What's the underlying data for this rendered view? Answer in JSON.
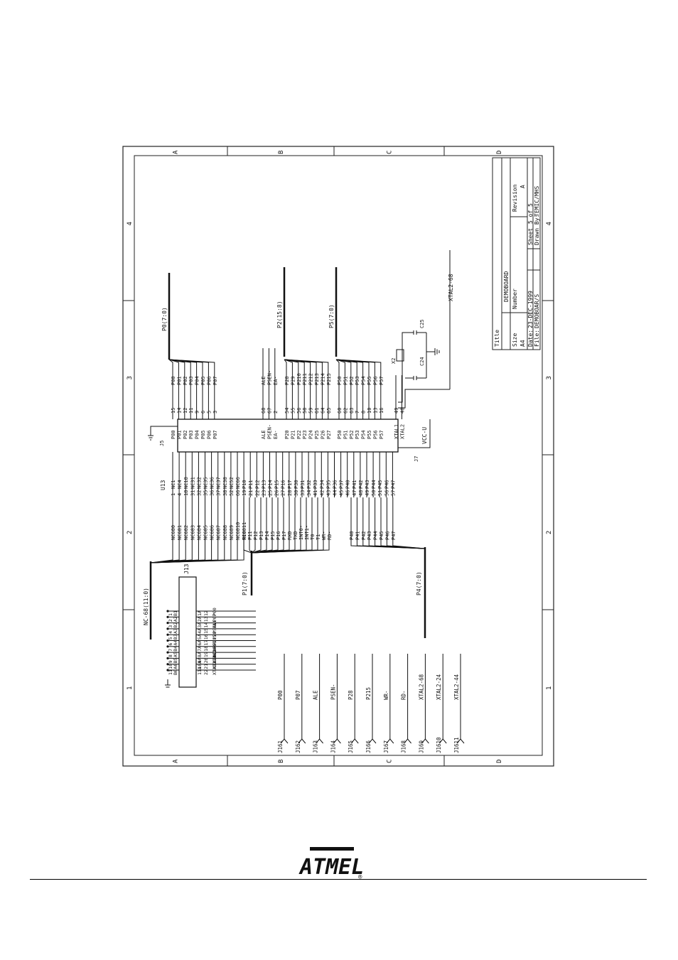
{
  "title_block": {
    "title_label": "Title",
    "title_value": "DEMOBOARD",
    "size_label": "Size",
    "size_value": "A4",
    "number_label": "Number",
    "revision_label": "Revision",
    "revision_value": "A",
    "date_label": "Date:",
    "date_value": "23-DEC-1999",
    "file_label": "File:",
    "file_value": "DEMOBOAR/S",
    "sheet_label": "Sheet",
    "sheet_value": "5 of 5",
    "drawn_label": "Drawn By:",
    "drawn_value": "TEMIC/MHS"
  },
  "border": {
    "rows": [
      "A",
      "B",
      "C",
      "D"
    ],
    "cols": [
      "4",
      "3",
      "2",
      "1"
    ]
  },
  "ic": {
    "ref": "U13",
    "left_top": [
      [
        "1",
        "NC1"
      ],
      [
        "4",
        "NC4"
      ],
      [
        "18",
        "NC18"
      ],
      [
        "31",
        "NC31"
      ],
      [
        "32",
        "NC32"
      ],
      [
        "35",
        "NC35"
      ],
      [
        "36",
        "NC36"
      ],
      [
        "37",
        "NC37"
      ],
      [
        "38",
        "NC38"
      ],
      [
        "52",
        "NC52"
      ],
      [
        "66",
        "NC66"
      ]
    ],
    "left_mid": [
      [
        "19",
        "P10"
      ],
      [
        "21",
        "P11"
      ],
      [
        "22",
        "P12"
      ],
      [
        "23",
        "P13"
      ],
      [
        "25",
        "P14"
      ],
      [
        "26",
        "P15"
      ],
      [
        "27",
        "P16"
      ],
      [
        "28",
        "P17"
      ],
      [
        "30",
        "P30"
      ],
      [
        "33",
        "P31"
      ],
      [
        "34",
        "P32"
      ],
      [
        "41",
        "P33"
      ],
      [
        "42",
        "P34"
      ],
      [
        "43",
        "P35"
      ],
      [
        "44",
        "P36"
      ],
      [
        "45",
        "P37"
      ],
      [
        "46",
        "P40"
      ],
      [
        "47",
        "P41"
      ],
      [
        "48",
        "P42"
      ],
      [
        "49",
        "P43"
      ],
      [
        "50",
        "P44"
      ],
      [
        "51",
        "P45"
      ],
      [
        "56",
        "P46"
      ],
      [
        "57",
        "P47"
      ]
    ],
    "right_top": [
      [
        "15",
        "P00"
      ],
      [
        "14",
        "P01"
      ],
      [
        "12",
        "P02"
      ],
      [
        "11",
        "P03"
      ],
      [
        "9",
        "P04"
      ],
      [
        "6",
        "P05"
      ],
      [
        "5",
        "P06"
      ],
      [
        "3",
        "P07"
      ]
    ],
    "right_mid1": [
      [
        "68",
        "ALE"
      ],
      [
        "67",
        "PSEN-"
      ],
      [
        "2",
        "EA-"
      ]
    ],
    "right_mid2": [
      [
        "54",
        "P20"
      ],
      [
        "55",
        "P21"
      ],
      [
        "56",
        "P22"
      ],
      [
        "58",
        "P23"
      ],
      [
        "59",
        "P24"
      ],
      [
        "61",
        "P25"
      ],
      [
        "64",
        "P26"
      ],
      [
        "65",
        "P27"
      ]
    ],
    "right_mid3": [
      [
        "60",
        "P50"
      ],
      [
        "62",
        "P51"
      ],
      [
        "63",
        "P52"
      ],
      [
        "7",
        "P53"
      ],
      [
        "8",
        "P54"
      ],
      [
        "10",
        "P55"
      ],
      [
        "13",
        "P56"
      ],
      [
        "16",
        "P57"
      ]
    ],
    "xtal": [
      [
        "49",
        "XTAL1"
      ],
      [
        "48",
        "XTAL2"
      ]
    ],
    "gnd_ref": "J5",
    "vcc_label": "VCC-U",
    "vcc_ref": "J7"
  },
  "nets": {
    "nc_bus_entries": [
      "NC680",
      "NC681",
      "NC682",
      "NC683",
      "NC684",
      "NC685",
      "NC686",
      "NC687",
      "NC688",
      "NC689",
      "NC6810",
      "NC6811"
    ],
    "p1_bus_entries": [
      "P10",
      "P11",
      "P12",
      "P13",
      "P14",
      "P15",
      "P16",
      "P17",
      "RXD",
      "TXD",
      "INT0-",
      "INT1-",
      "T0",
      "T1",
      "WR-",
      "RD-"
    ],
    "p4_bus_entries": [
      "P40",
      "P41",
      "P42",
      "P43",
      "P44",
      "P45",
      "P46",
      "P47"
    ],
    "p0_bus_entries": [
      "P00",
      "P01",
      "P02",
      "P03",
      "P04",
      "P05",
      "P06",
      "P07"
    ],
    "ctl_entries": [
      "ALE",
      "PSEN-",
      "EA-"
    ],
    "p2_bus_entries": [
      "P28",
      "P29",
      "P210",
      "P211",
      "P212",
      "P213",
      "P214",
      "P215"
    ],
    "p5_bus_entries": [
      "P50",
      "P51",
      "P52",
      "P53",
      "P54",
      "P55",
      "P56",
      "P57"
    ],
    "p0_bus": "P0(7:0)",
    "p2_bus": "P2(15:8)",
    "p5_bus": "P5(7:0)",
    "p1_bus": "P1(7:0)",
    "p4_bus": "P4(7:0)",
    "nc_bus": "NC-68(11:0)",
    "xtal_net": "XTAL2-68",
    "crystal": "X2",
    "cap1": "C24",
    "cap2": "C25"
  },
  "connector": {
    "ref": "J13",
    "left_pins": [
      "B1",
      "A2",
      "B2",
      "A3",
      "B3",
      "A4",
      "B4",
      "A5",
      "B5",
      "A6",
      "B6"
    ],
    "left_nums": [
      "1",
      "2",
      "3",
      "4",
      "5",
      "6",
      "7",
      "8",
      "9",
      "10",
      "11"
    ],
    "right_pins": [
      "1A",
      "2A",
      "3A",
      "4A",
      "5A",
      "6A",
      "7A",
      "8A",
      "9A",
      "10A",
      "11A"
    ],
    "right_nets": [
      "P00",
      "P07",
      "ALE",
      "PSEN-",
      "P28",
      "P215",
      "WR-",
      "RD-",
      "XTAL2-68",
      "XTAL2-24",
      "XTAL2-44"
    ],
    "right_nums": [
      "12",
      "13",
      "14",
      "15",
      "16",
      "17",
      "18",
      "19",
      "20",
      "21",
      "22"
    ]
  },
  "test_points": [
    {
      "ref": "J161",
      "net": "P00"
    },
    {
      "ref": "J162",
      "net": "P07"
    },
    {
      "ref": "J163",
      "net": "ALE"
    },
    {
      "ref": "J164",
      "net": "PSEN-"
    },
    {
      "ref": "J165",
      "net": "P28"
    },
    {
      "ref": "J166",
      "net": "P215"
    },
    {
      "ref": "J167",
      "net": "WR-"
    },
    {
      "ref": "J168",
      "net": "RD-"
    },
    {
      "ref": "J169",
      "net": "XTAL2-68"
    },
    {
      "ref": "J1610",
      "net": "XTAL2-24"
    },
    {
      "ref": "J1611",
      "net": "XTAL2-44"
    }
  ],
  "logo": {
    "text": "ATMEL",
    "mark": "®"
  }
}
